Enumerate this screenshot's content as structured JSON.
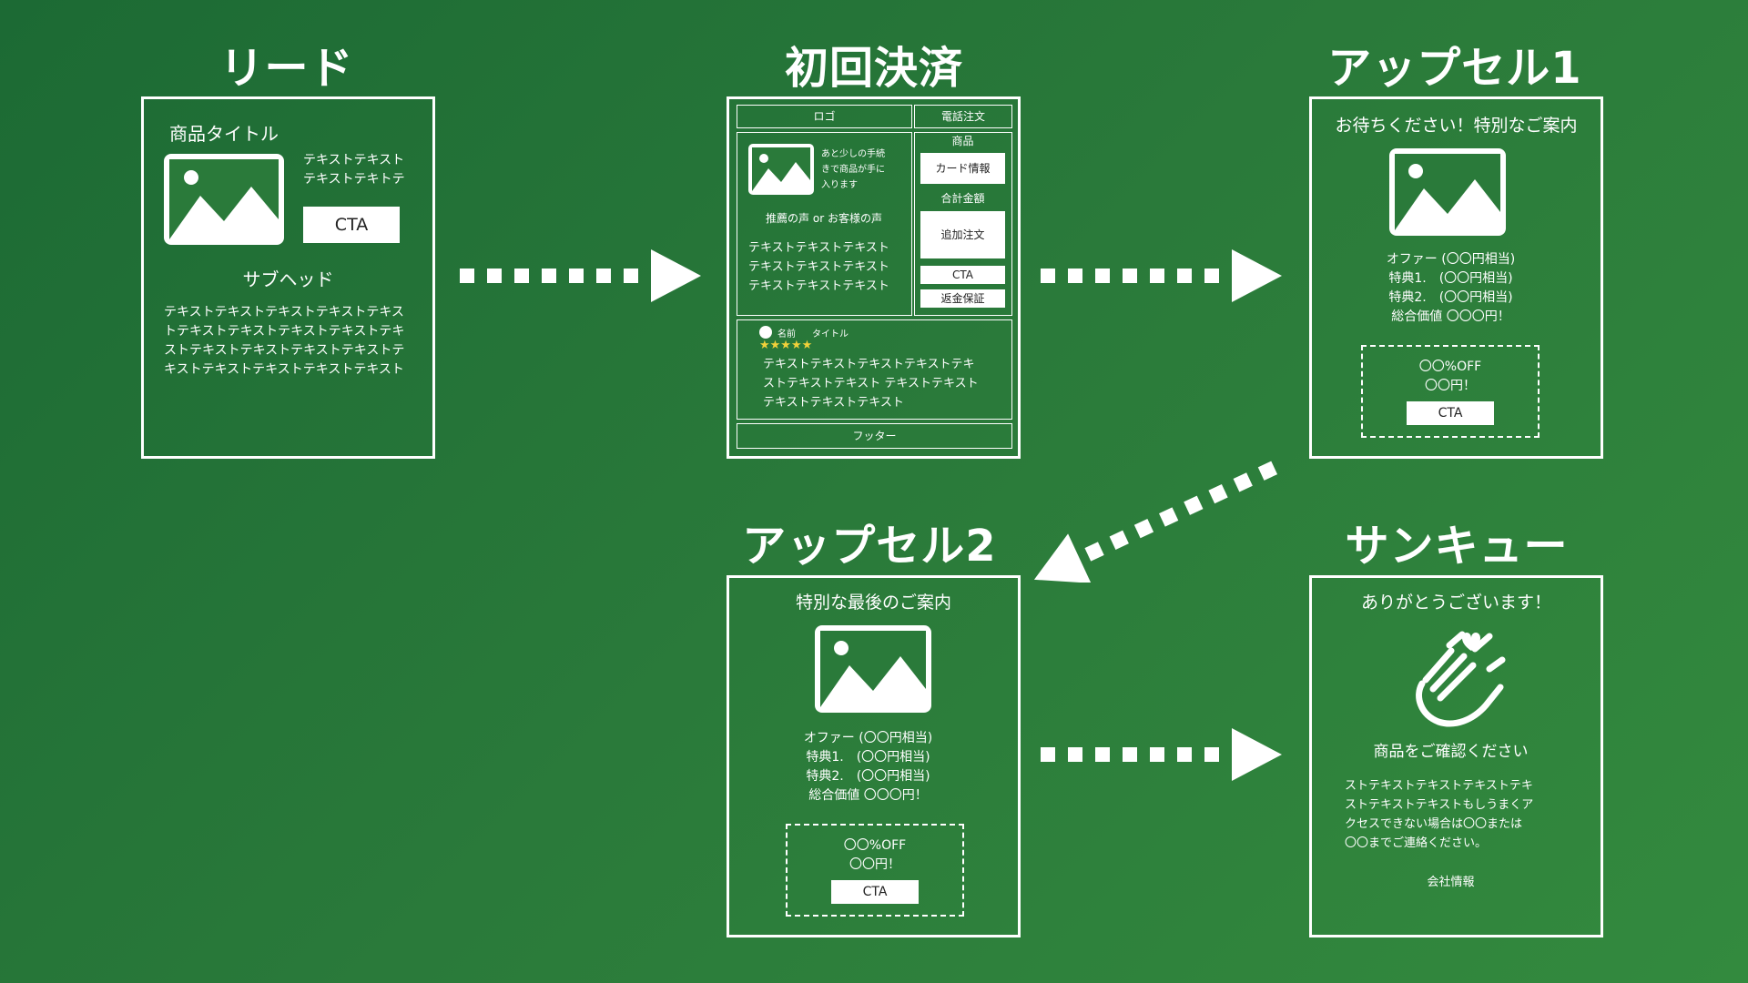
{
  "titles": {
    "lead": "リード",
    "first_payment": "初回決済",
    "upsell1": "アップセル1",
    "upsell2": "アップセル2",
    "thanks": "サンキュー"
  },
  "lead": {
    "product_title": "商品タイトル",
    "side_text": [
      "テキストテキスト",
      "テキストテキトテ"
    ],
    "cta": "CTA",
    "subhead": "サブヘッド",
    "body": [
      "テキストテキストテキストテキストテキス",
      "トテキストテキストテキストテキストテキ",
      "ストテキストテキストテキストテキストテ",
      "キストテキストテキストテキストテキスト"
    ]
  },
  "first_payment": {
    "logo": "ロゴ",
    "phone_order": "電話注文",
    "near_text": [
      "あと少しの手続",
      "きで商品が手に",
      "入ります"
    ],
    "testimonial_head": "推薦の声 or お客様の声",
    "body": [
      "テキストテキストテキスト",
      "テキストテキストテキスト",
      "テキストテキストテキスト"
    ],
    "product": "商品",
    "card_info": "カード情報",
    "total": "合計金額",
    "add_order": "追加注文",
    "cta": "CTA",
    "guarantee": "返金保証",
    "review_name": "名前",
    "review_title": "タイトル",
    "stars": "★★★★★",
    "review_body": [
      "テキストテキストテキストテキストテキ",
      "ストテキストテキスト テキストテキスト",
      "テキストテキストテキスト"
    ],
    "footer": "フッター"
  },
  "upsell1": {
    "heading": "お待ちください！特別なご案内",
    "offer_lines": [
      "オファー (〇〇円相当)",
      "特典1.　(〇〇円相当)",
      "特典2.　(〇〇円相当)",
      "総合価値 〇〇〇円！"
    ],
    "discount": "〇〇%OFF",
    "price": "〇〇円！",
    "cta": "CTA"
  },
  "upsell2": {
    "heading": "特別な最後のご案内",
    "offer_lines": [
      "オファー (〇〇円相当)",
      "特典1.　(〇〇円相当)",
      "特典2.　(〇〇円相当)",
      "総合価値 〇〇〇円！"
    ],
    "discount": "〇〇%OFF",
    "price": "〇〇円！",
    "cta": "CTA"
  },
  "thanks": {
    "heading": "ありがとうございます！",
    "confirm": "商品をご確認ください",
    "body": [
      "ストテキストテキストテキストテキ",
      "ストテキストテキストもしうまくア",
      "クセスできない場合は〇〇または",
      "〇〇までご連絡ください。"
    ],
    "company": "会社情報"
  },
  "icons": {
    "image_placeholder": "image-icon",
    "clap": "clapping-hands-icon",
    "arrow": "dotted-arrow-icon"
  },
  "colors": {
    "background": "#2a7a3a",
    "foreground": "#ffffff",
    "stars": "#f2d13a"
  }
}
